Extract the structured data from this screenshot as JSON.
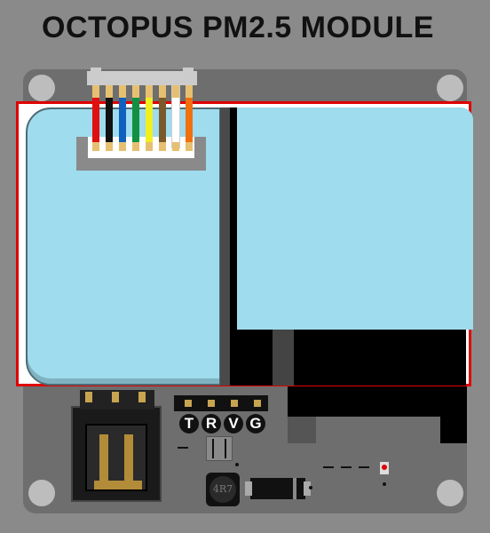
{
  "title": "OCTOPUS PM2.5 MODULE",
  "header_pins": [
    {
      "label": "T"
    },
    {
      "label": "R"
    },
    {
      "label": "V"
    },
    {
      "label": "G"
    }
  ],
  "inductor_marking": "4R7",
  "wire_colors": [
    "#e01010",
    "#111111",
    "#1060c0",
    "#109040",
    "#f0f020",
    "#7a5a2a",
    "#ffffff",
    "#f07010"
  ],
  "colors": {
    "background": "#8a8a8a",
    "board": "#6e6e6e",
    "sensor_body": "#9fdced",
    "highlight_frame": "#e00000"
  }
}
